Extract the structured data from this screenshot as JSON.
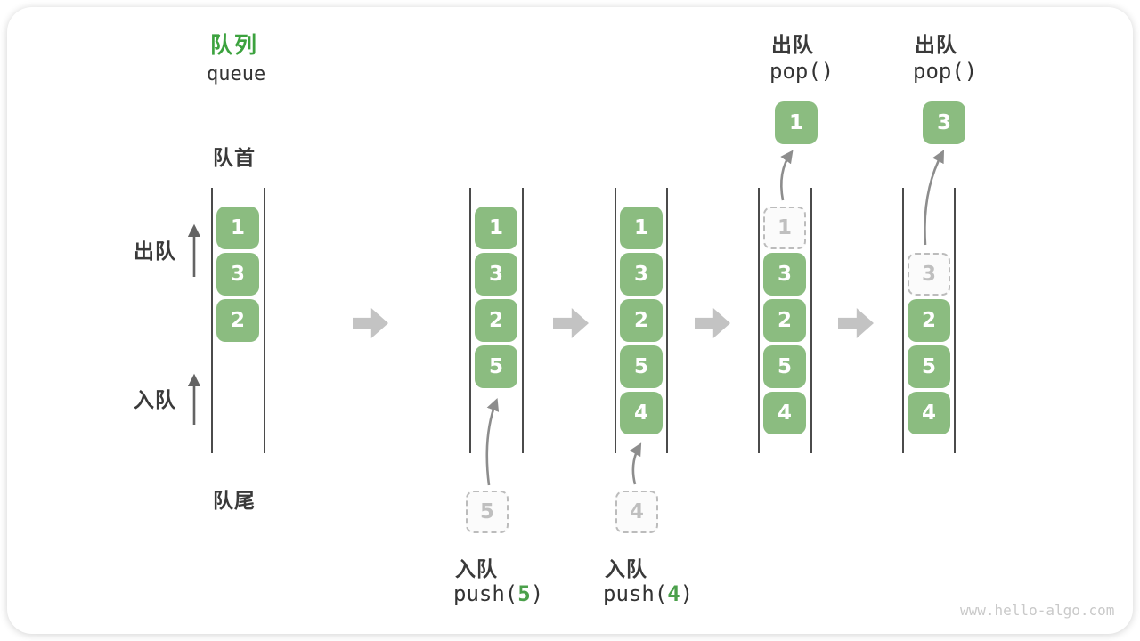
{
  "title": {
    "zh": "队列",
    "en": "queue"
  },
  "legend": {
    "front": "队首",
    "rear": "队尾",
    "dequeue": "出队",
    "enqueue": "入队"
  },
  "colors": {
    "box_green": "#8bbc80",
    "title_green": "#3ca23e",
    "arg_green": "#4ba04b",
    "text_dark": "#3a3a3a",
    "big_arrow_gray": "#c3c3c3",
    "dashed_gray": "#bcbcbc",
    "channel_line": "#4b4b4b"
  },
  "states": [
    {
      "slots": [
        {
          "row": 0,
          "v": "1",
          "kind": "solid"
        },
        {
          "row": 1,
          "v": "3",
          "kind": "solid"
        },
        {
          "row": 2,
          "v": "2",
          "kind": "solid"
        }
      ]
    },
    {
      "slots": [
        {
          "row": 0,
          "v": "1",
          "kind": "solid"
        },
        {
          "row": 1,
          "v": "3",
          "kind": "solid"
        },
        {
          "row": 2,
          "v": "2",
          "kind": "solid"
        },
        {
          "row": 3,
          "v": "5",
          "kind": "solid"
        }
      ]
    },
    {
      "slots": [
        {
          "row": 0,
          "v": "1",
          "kind": "solid"
        },
        {
          "row": 1,
          "v": "3",
          "kind": "solid"
        },
        {
          "row": 2,
          "v": "2",
          "kind": "solid"
        },
        {
          "row": 3,
          "v": "5",
          "kind": "solid"
        },
        {
          "row": 4,
          "v": "4",
          "kind": "solid"
        }
      ]
    },
    {
      "slots": [
        {
          "row": 0,
          "v": "1",
          "kind": "dashed"
        },
        {
          "row": 1,
          "v": "3",
          "kind": "solid"
        },
        {
          "row": 2,
          "v": "2",
          "kind": "solid"
        },
        {
          "row": 3,
          "v": "5",
          "kind": "solid"
        },
        {
          "row": 4,
          "v": "4",
          "kind": "solid"
        }
      ]
    },
    {
      "slots": [
        {
          "row": 1,
          "v": "3",
          "kind": "dashed"
        },
        {
          "row": 2,
          "v": "2",
          "kind": "solid"
        },
        {
          "row": 3,
          "v": "5",
          "kind": "solid"
        },
        {
          "row": 4,
          "v": "4",
          "kind": "solid"
        }
      ]
    }
  ],
  "push_events": [
    {
      "label": "入队",
      "fn_open": "push(",
      "arg": "5",
      "fn_close": ")"
    },
    {
      "label": "入队",
      "fn_open": "push(",
      "arg": "4",
      "fn_close": ")"
    }
  ],
  "pop_events": [
    {
      "label": "出队",
      "code": "pop()",
      "value": "1"
    },
    {
      "label": "出队",
      "code": "pop()",
      "value": "3"
    }
  ],
  "watermark": "www.hello-algo.com"
}
